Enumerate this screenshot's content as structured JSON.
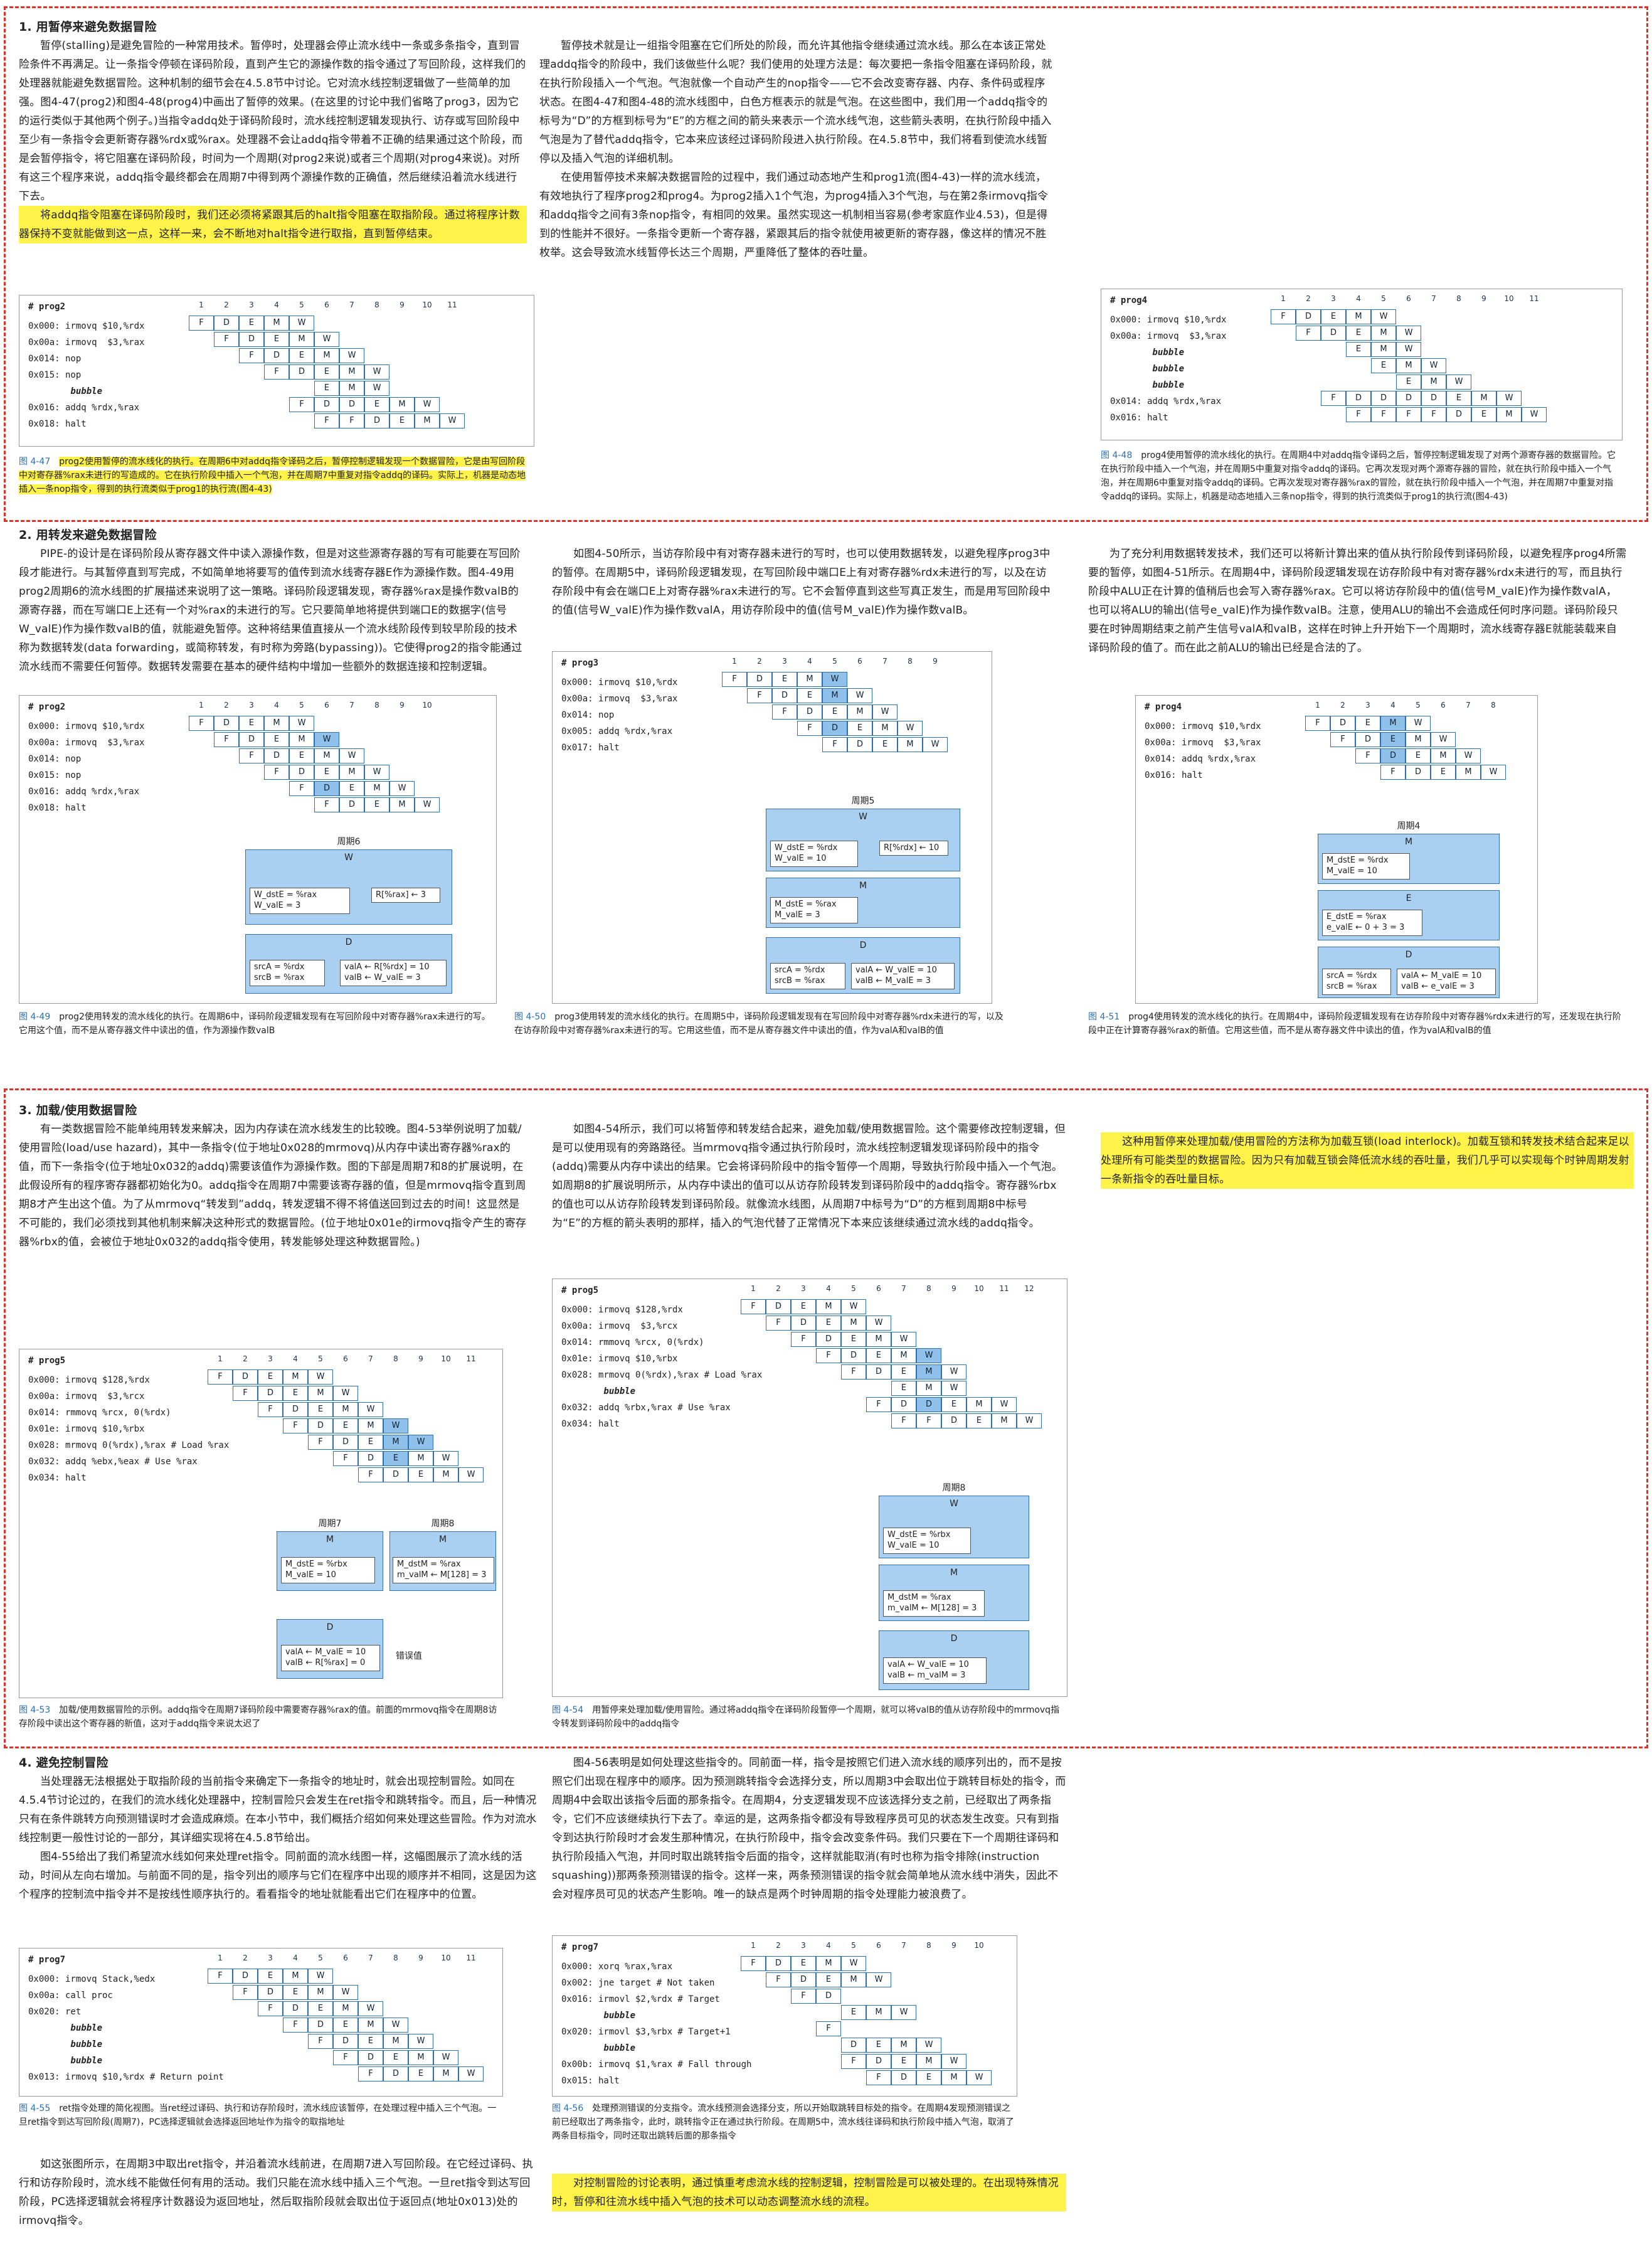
{
  "sections": {
    "s1_heading": "1. 用暂停来避免数据冒险",
    "s2_heading": "2. 用转发来避免数据冒险",
    "s3_heading": "3. 加载/使用数据冒险",
    "s4_heading": "4. 避免控制冒险"
  },
  "text": {
    "p1a": "暂停(stalling)是避免冒险的一种常用技术。暂停时，处理器会停止流水线中一条或多条指令，直到冒险条件不再满足。让一条指令停顿在译码阶段，直到产生它的源操作数的指令通过了写回阶段，这样我们的处理器就能避免数据冒险。这种机制的细节会在4.5.8节中讨论。它对流水线控制逻辑做了一些简单的加强。图4-47(prog2)和图4-48(prog4)中画出了暂停的效果。(在这里的讨论中我们省略了prog3，因为它的运行类似于其他两个例子。)当指令addq处于译码阶段时，流水线控制逻辑发现执行、访存或写回阶段中至少有一条指令会更新寄存器%rdx或%rax。处理器不会让addq指令带着不正确的结果通过这个阶段，而是会暂停指令，将它阻塞在译码阶段，时间为一个周期(对prog2来说)或者三个周期(对prog4来说)。对所有这三个程序来说，addq指令最终都会在周期7中得到两个源操作数的正确值，然后继续沿着流水线进行下去。",
    "p1b": "将addq指令阻塞在译码阶段时，我们还必须将紧跟其后的halt指令阻塞在取指阶段。通过将程序计数器保持不变就能做到这一点，这样一来，会不断地对halt指令进行取指，直到暂停结束。",
    "p1c": "暂停技术就是让一组指令阻塞在它们所处的阶段，而允许其他指令继续通过流水线。那么在本该正常处理addq指令的阶段中，我们该做些什么呢？我们使用的处理方法是：每次要把一条指令阻塞在译码阶段，就在执行阶段插入一个气泡。气泡就像一个自动产生的nop指令——它不会改变寄存器、内存、条件码或程序状态。在图4-47和图4-48的流水线图中，白色方框表示的就是气泡。在这些图中，我们用一个addq指令的标号为“D”的方框到标号为“E”的方框之间的箭头来表示一个流水线气泡，这些箭头表明，在执行阶段中插入气泡是为了替代addq指令，它本来应该经过译码阶段进入执行阶段。在4.5.8节中，我们将看到使流水线暂停以及插入气泡的详细机制。",
    "p1d": "在使用暂停技术来解决数据冒险的过程中，我们通过动态地产生和prog1流(图4-43)一样的流水线流，有效地执行了程序prog2和prog4。为prog2插入1个气泡，为prog4插入3个气泡，与在第2条irmovq指令和addq指令之间有3条nop指令，有相同的效果。虽然实现这一机制相当容易(参考家庭作业4.53)，但是得到的性能并不很好。一条指令更新一个寄存器，紧跟其后的指令就使用被更新的寄存器，像这样的情况不胜枚举。这会导致流水线暂停长达三个周期，严重降低了整体的吞吐量。",
    "p2a": "PIPE-的设计是在译码阶段从寄存器文件中读入源操作数，但是对这些源寄存器的写有可能要在写回阶段才能进行。与其暂停直到写完成，不如简单地将要写的值传到流水线寄存器E作为源操作数。图4-49用prog2周期6的流水线图的扩展描述来说明了这一策略。译码阶段逻辑发现，寄存器%rax是操作数valB的源寄存器，而在写端口E上还有一个对%rax的未进行的写。它只要简单地将提供到端口E的数据字(信号W_valE)作为操作数valB的值，就能避免暂停。这种将结果值直接从一个流水线阶段传到较早阶段的技术称为数据转发(data forwarding，或简称转发，有时称为旁路(bypassing))。它使得prog2的指令能通过流水线而不需要任何暂停。数据转发需要在基本的硬件结构中增加一些额外的数据连接和控制逻辑。",
    "p2b": "如图4-50所示，当访存阶段中有对寄存器未进行的写时，也可以使用数据转发，以避免程序prog3中的暂停。在周期5中，译码阶段逻辑发现，在写回阶段中端口E上有对寄存器%rdx未进行的写，以及在访存阶段中有会在端口E上对寄存器%rax未进行的写。它不会暂停直到这些写真正发生，而是用写回阶段中的值(信号W_valE)作为操作数valA，用访存阶段中的值(信号M_valE)作为操作数valB。",
    "p2c": "为了充分利用数据转发技术，我们还可以将新计算出来的值从执行阶段传到译码阶段，以避免程序prog4所需要的暂停，如图4-51所示。在周期4中，译码阶段逻辑发现在访存阶段中有对寄存器%rdx未进行的写，而且执行阶段中ALU正在计算的值稍后也会写入寄存器%rax。它可以将访存阶段中的值(信号M_valE)作为操作数valA，也可以将ALU的输出(信号e_valE)作为操作数valB。注意，使用ALU的输出不会造成任何时序问题。译码阶段只要在时钟周期结束之前产生信号valA和valB，这样在时钟上升开始下一个周期时，流水线寄存器E就能装载来自译码阶段的值了。而在此之前ALU的输出已经是合法的了。",
    "p3a": "有一类数据冒险不能单纯用转发来解决，因为内存读在流水线发生的比较晚。图4-53举例说明了加载/使用冒险(load/use hazard)，其中一条指令(位于地址0x028的mrmovq)从内存中读出寄存器%rax的值，而下一条指令(位于地址0x032的addq)需要该值作为源操作数。图的下部是周期7和8的扩展说明，在此假设所有的程序寄存器都初始化为0。addq指令在周期7中需要该寄存器的值，但是mrmovq指令直到周期8才产生出这个值。为了从mrmovq“转发到”addq，转发逻辑不得不将值送回到过去的时间！这显然是不可能的，我们必须找到其他机制来解决这种形式的数据冒险。(位于地址0x01e的irmovq指令产生的寄存器%rbx的值，会被位于地址0x032的addq指令使用，转发能够处理这种数据冒险。)",
    "p3b": "如图4-54所示，我们可以将暂停和转发结合起来，避免加载/使用数据冒险。这个需要修改控制逻辑，但是可以使用现有的旁路路径。当mrmovq指令通过执行阶段时，流水线控制逻辑发现译码阶段中的指令(addq)需要从内存中读出的结果。它会将译码阶段中的指令暂停一个周期，导致执行阶段中插入一个气泡。如周期8的扩展说明所示，从内存中读出的值可以从访存阶段转发到译码阶段中的addq指令。寄存器%rbx的值也可以从访存阶段转发到译码阶段。就像流水线图，从周期7中标号为“D”的方框到周期8中标号为“E”的方框的箭头表明的那样，插入的气泡代替了正常情况下本来应该继续通过流水线的addq指令。",
    "p3c": "这种用暂停来处理加载/使用冒险的方法称为加载互锁(load interlock)。加载互锁和转发技术结合起来足以处理所有可能类型的数据冒险。因为只有加载互锁会降低流水线的吞吐量，我们几乎可以实现每个时钟周期发射一条新指令的吞吐量目标。",
    "p4a": "当处理器无法根据处于取指阶段的当前指令来确定下一条指令的地址时，就会出现控制冒险。如同在4.5.4节讨论过的，在我们的流水线化处理器中，控制冒险只会发生在ret指令和跳转指令。而且，后一种情况只有在条件跳转方向预测错误时才会造成麻烦。在本小节中，我们概括介绍如何来处理这些冒险。作为对流水线控制更一般性讨论的一部分，其详细实现将在4.5.8节给出。",
    "p4b": "图4-55给出了我们希望流水线如何来处理ret指令。同前面的流水线图一样，这幅图展示了流水线的活动，时间从左向右增加。与前面不同的是，指令列出的顺序与它们在程序中出现的顺序并不相同，这是因为这个程序的控制流中指令并不是按线性顺序执行的。看看指令的地址就能看出它们在程序中的位置。",
    "p4c": "如这张图所示，在周期3中取出ret指令，并沿着流水线前进，在周期7进入写回阶段。在它经过译码、执行和访存阶段时，流水线不能做任何有用的活动。我们只能在流水线中插入三个气泡。一旦ret指令到达写回阶段，PC选择逻辑就会将程序计数器设为返回地址，然后取指阶段就会取出位于返回点(地址0x013)处的irmovq指令。",
    "p4d": "图4-56表明是如何处理这些指令的。同前面一样，指令是按照它们进入流水线的顺序列出的，而不是按照它们出现在程序中的顺序。因为预测跳转指令会选择分支，所以周期3中会取出位于跳转目标处的指令，而周期4中会取出该指令后面的那条指令。在周期4，分支逻辑发现不应该选择分支之前，已经取出了两条指令，它们不应该继续执行下去了。幸运的是，这两条指令都没有导致程序员可见的状态发生改变。只有到指令到达执行阶段时才会发生那种情况，在执行阶段中，指令会改变条件码。我们只要在下一个周期往译码和执行阶段插入气泡，并同时取出跳转指令后面的指令，这样就能取消(有时也称为指令排除(instruction squashing))那两条预测错误的指令。这样一来，两条预测错误的指令就会简单地从流水线中消失，因此不会对程序员可见的状态产生影响。唯一的缺点是两个时钟周期的指令处理能力被浪费了。",
    "p4e": "对控制冒险的讨论表明，通过慎重考虑流水线的控制逻辑，控制冒险是可以被处理的。在出现特殊情况时，暂停和往流水线中插入气泡的技术可以动态调整流水线的流程。"
  },
  "figures": {
    "f47": {
      "tag": "# prog2",
      "code": [
        "0x000: irmovq $10,%rdx",
        "0x00a: irmovq  $3,%rax",
        "0x014: nop",
        "0x015: nop",
        "        bubble",
        "0x016: addq %rdx,%rax",
        "0x018: halt"
      ],
      "num": "图 4-47",
      "caption": "prog2使用暂停的流水线化的执行。在周期6中对addq指令译码之后，暂停控制逻辑发现一个数据冒险，它是由写回阶段中对寄存器%rax未进行的写造成的。它在执行阶段中插入一个气泡，并在周期7中重复对指令addq的译码。实际上，机器是动态地插入一条nop指令，得到的执行流类似于prog1的执行流(图4-43)"
    },
    "f48": {
      "tag": "# prog4",
      "code": [
        "0x000: irmovq $10,%rdx",
        "0x00a: irmovq  $3,%rax",
        "        bubble",
        "        bubble",
        "        bubble",
        "0x014: addq %rdx,%rax",
        "0x016: halt"
      ],
      "num": "图 4-48",
      "caption": "prog4使用暂停的流水线化的执行。在周期4中对addq指令译码之后，暂停控制逻辑发现了对两个源寄存器的数据冒险。它在执行阶段中插入一个气泡，并在周期5中重复对指令addq的译码。它再次发现对两个源寄存器的冒险，就在执行阶段中插入一个气泡，并在周期6中重复对指令addq的译码。它再次发现对寄存器%rax的冒险，就在执行阶段中插入一个气泡，并在周期7中重复对指令addq的译码。实际上，机器是动态地插入三条nop指令，得到的执行流类似于prog1的执行流(图4-43)"
    },
    "f49": {
      "tag": "# prog2",
      "code": [
        "0x000: irmovq $10,%rdx",
        "0x00a: irmovq  $3,%rax",
        "0x014: nop",
        "0x015: nop",
        "0x016: addq %rdx,%rax",
        "0x018: halt"
      ],
      "num": "图 4-49",
      "caption": "prog2使用转发的流水线化的执行。在周期6中，译码阶段逻辑发现有在写回阶段中对寄存器%rax未进行的写。它用这个值，而不是从寄存器文件中读出的值，作为源操作数valB",
      "cycle": "周期6",
      "w_box": "W_dstE = %rax\nW_valE = 3",
      "reg": "R[%rax] ← 3",
      "d_left": "srcA = %rdx\nsrcB = %rax",
      "d_right": "valA ← R[%rdx] = 10\nvalB ← W_valE = 3"
    },
    "f50": {
      "tag": "# prog3",
      "code": [
        "0x000: irmovq $10,%rdx",
        "0x00a: irmovq  $3,%rax",
        "0x014: nop",
        "0x005: addq %rdx,%rax",
        "0x017: halt"
      ],
      "num": "图 4-50",
      "caption": "prog3使用转发的流水线化的执行。在周期5中，译码阶段逻辑发现有在写回阶段中对寄存器%rdx未进行的写，以及在访存阶段中对寄存器%rax未进行的写。它用这些值，而不是从寄存器文件中读出的值，作为valA和valB的值",
      "cycle": "周期5",
      "w_box": "W_dstE = %rdx\nW_valE = 10",
      "reg": "R[%rdx] ← 10",
      "m_box": "M_dstE = %rax\nM_valE = 3",
      "d_left": "srcA = %rdx\nsrcB = %rax",
      "d_right": "valA ← W_valE = 10\nvalB ← M_valE = 3"
    },
    "f51": {
      "tag": "# prog4",
      "code": [
        "0x000: irmovq $10,%rdx",
        "0x00a: irmovq  $3,%rax",
        "0x014: addq %rdx,%rax",
        "0x016: halt"
      ],
      "num": "图 4-51",
      "caption": "prog4使用转发的流水线化的执行。在周期4中，译码阶段逻辑发现有在访存阶段中对寄存器%rdx未进行的写，还发现在执行阶段中正在计算寄存器%rax的新值。它用这些值，而不是从寄存器文件中读出的值，作为valA和valB的值",
      "cycle": "周期4",
      "m_box": "M_dstE = %rdx\nM_valE = 10",
      "e_box": "E_dstE = %rax\ne_valE ← 0 + 3 = 3",
      "d_left": "srcA = %rdx\nsrcB = %rax",
      "d_right": "valA ← M_valE = 10\nvalB ← e_valE = 3"
    },
    "f53": {
      "tag": "# prog5",
      "code": [
        "0x000: irmovq $128,%rdx",
        "0x00a: irmovq  $3,%rcx",
        "0x014: rmmovq %rcx, 0(%rdx)",
        "0x01e: irmovq $10,%rbx",
        "0x028: mrmovq 0(%rdx),%rax # Load %rax",
        "0x032: addq %ebx,%eax # Use %rax",
        "0x034: halt"
      ],
      "num": "图 4-53",
      "caption": "加载/使用数据冒险的示例。addq指令在周期7译码阶段中需要寄存器%rax的值。前面的mrmovq指令在周期8访存阶段中读出这个寄存器的新值，这对于addq指令来说太迟了",
      "cycle7": "周期7",
      "cycle8": "周期8",
      "m7": "M_dstE = %rbx\nM_valE = 10",
      "m8": "M_dstM = %rax\nm_valM ← M[128] = 3",
      "d7": "valA ← M_valE = 10\nvalB ← R[%rax] = 0",
      "err": "错误值"
    },
    "f54": {
      "tag": "# prog5",
      "code": [
        "0x000: irmovq $128,%rdx",
        "0x00a: irmovq  $3,%rcx",
        "0x014: rmmovq %rcx, 0(%rdx)",
        "0x01e: irmovq $10,%rbx",
        "0x028: mrmovq 0(%rdx),%rax # Load %rax",
        "        bubble",
        "0x032: addq %rbx,%rax # Use %rax",
        "0x034: halt"
      ],
      "num": "图 4-54",
      "caption": "用暂停来处理加载/使用冒险。通过将addq指令在译码阶段暂停一个周期，就可以将valB的值从访存阶段中的mrmovq指令转发到译码阶段中的addq指令",
      "cycle": "周期8",
      "w_box": "W_dstE = %rbx\nW_valE = 10",
      "m_box": "M_dstM = %rax\nm_valM ← M[128] = 3",
      "d_right": "valA ← W_valE = 10\nvalB ← m_valM = 3"
    },
    "f55": {
      "tag": "# prog7",
      "code": [
        "0x000: irmovq Stack,%edx",
        "0x00a: call proc",
        "0x020: ret",
        "        bubble",
        "        bubble",
        "        bubble",
        "0x013: irmovq $10,%rdx # Return point"
      ],
      "num": "图 4-55",
      "caption": "ret指令处理的简化视图。当ret经过译码、执行和访存阶段时，流水线应该暂停，在处理过程中插入三个气泡。一旦ret指令到达写回阶段(周期7)，PC选择逻辑就会选择返回地址作为指令的取指地址"
    },
    "f56": {
      "tag": "# prog7",
      "code": [
        "0x000: xorq %rax,%rax",
        "0x002: jne target # Not taken",
        "0x016: irmovl $2,%rdx # Target",
        "        bubble",
        "0x020: irmovl $3,%rbx # Target+1",
        "        bubble",
        "0x00b: irmovq $1,%rax # Fall through",
        "0x015: halt"
      ],
      "num": "图 4-56",
      "caption": "处理预测错误的分支指令。流水线预测会选择分支，所以开始取跳转目标处的指令。在周期4发现预测错误之前已经取出了两条指令，此时，跳转指令正在通过执行阶段。在周期5中，流水线往译码和执行阶段中插入气泡，取消了两条目标指令，同时还取出跳转后面的那条指令"
    }
  },
  "stages": {
    "F": "F",
    "D": "D",
    "E": "E",
    "M": "M",
    "W": "W"
  },
  "colors": {
    "highlight": "#fff34a",
    "stage_fill": "#8fc1ea",
    "border": "#2c6fb5",
    "dash": "#e0302a"
  }
}
